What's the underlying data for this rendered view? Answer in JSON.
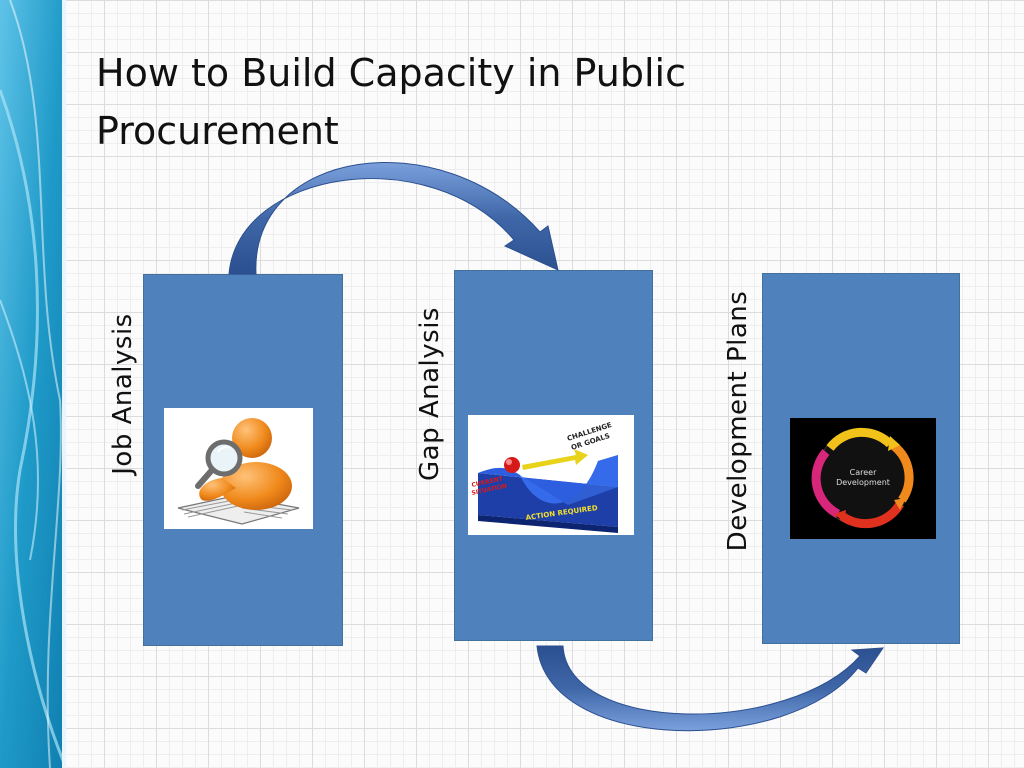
{
  "slide": {
    "title": "How to Build Capacity in Public Procurement"
  },
  "steps": [
    {
      "label": "Job Analysis",
      "image": "person-with-magnifying-glass-reading-icon"
    },
    {
      "label": "Gap Analysis",
      "image": "gap-diagram-current-situation-action-required",
      "image_text": [
        "CURRENT",
        "SITUATION",
        "ACTION REQUIRED",
        "CHALLENGE",
        "OR GOALS"
      ]
    },
    {
      "label": "Development Plans",
      "image": "career-development-cycle-icon",
      "image_text": [
        "Career",
        "Development"
      ]
    }
  ],
  "colors": {
    "panel": "#4f81bd",
    "arrow": "#3f67a8",
    "band": "#1f9ac8"
  }
}
